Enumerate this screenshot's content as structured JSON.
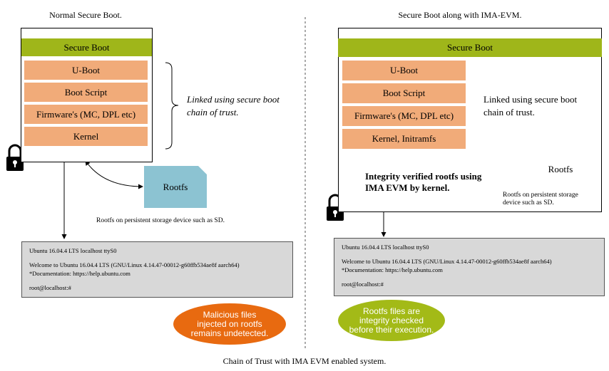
{
  "left": {
    "title": "Normal Secure Boot.",
    "secure_boot_label": "Secure Boot",
    "stages": [
      "U-Boot",
      "Boot Script",
      "Firmware's (MC, DPL etc)",
      "Kernel"
    ],
    "brace_note_line1": "Linked using secure boot",
    "brace_note_line2": "chain of trust.",
    "rootfs_label": "Rootfs",
    "rootfs_caption": "Rootfs on persistent storage device such as SD.",
    "terminal": [
      "Ubuntu 16.04.4 LTS localhost ttyS0",
      "Welcome to Ubuntu 16.04.4 LTS (GNU/Linux 4.14.47-00012-g60ffb534ae8f aarch64)",
      "*Documentation: https://help.ubuntu.com",
      "root@localhost:#"
    ],
    "status_line1": "Malicious files",
    "status_line2": "injected on rootfs",
    "status_line3": "remains undetected."
  },
  "right": {
    "title": "Secure Boot along with IMA-EVM.",
    "secure_boot_label": "Secure Boot",
    "stages": [
      "U-Boot",
      "Boot Script",
      "Firmware's (MC, DPL etc)",
      "Kernel, Initramfs"
    ],
    "brace_note_line1": "Linked using secure boot",
    "brace_note_line2": "chain of trust.",
    "integrity_line1": "Integrity verified rootfs using",
    "integrity_line2": "IMA EVM by kernel.",
    "rootfs_label": "Rootfs",
    "rootfs_caption_line1": "Rootfs on persistent storage",
    "rootfs_caption_line2": "device such as SD.",
    "terminal": [
      "Ubuntu 16.04.4 LTS localhost ttyS0",
      "Welcome to Ubuntu 16.04.4 LTS (GNU/Linux 4.14.47-00012-g60ffb534ae8f aarch64)",
      "*Documentation: https://help.ubuntu.com",
      "root@localhost:#"
    ],
    "status_line1": "Rootfs files are",
    "status_line2": "integrity checked",
    "status_line3": "before their execution."
  },
  "caption": "Chain of Trust with IMA EVM enabled system.",
  "colors": {
    "green": "#9fb61a",
    "orange": "#f1ab79",
    "rootfs": "#8cc3d2",
    "alert": "#e86a10",
    "ok": "#a3ba17",
    "terminal": "#d8d8d8"
  }
}
